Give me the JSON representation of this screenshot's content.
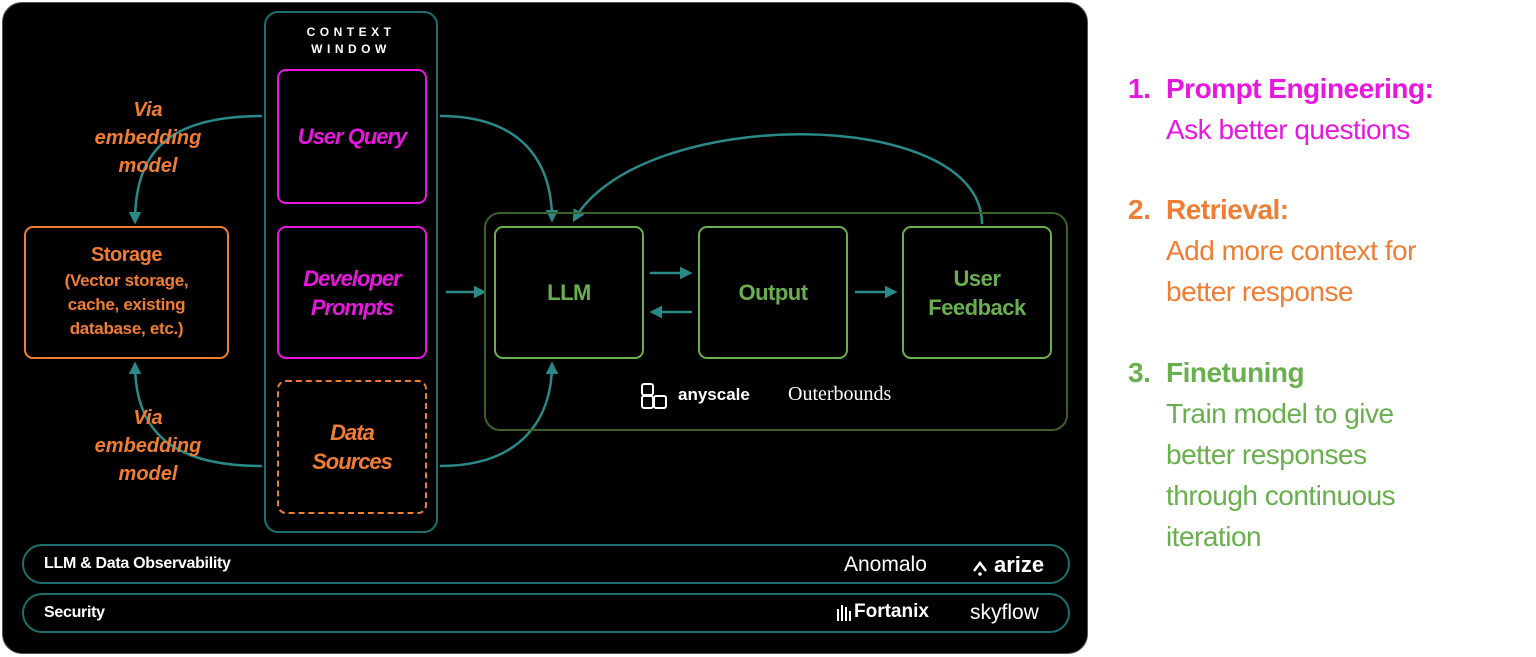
{
  "context_window": {
    "title_line1": "CONTEXT",
    "title_line2": "WINDOW"
  },
  "inputs": {
    "user_query": "User Query",
    "developer_prompts_line1": "Developer",
    "developer_prompts_line2": "Prompts",
    "data_sources_line1": "Data",
    "data_sources_line2": "Sources"
  },
  "via_labels": [
    {
      "line1": "Via",
      "line2": "embedding",
      "line3": "model"
    },
    {
      "line1": "Via",
      "line2": "embedding",
      "line3": "model"
    }
  ],
  "storage": {
    "title": "Storage",
    "line1": "(Vector storage,",
    "line2": "cache, existing",
    "line3": "database, etc.)"
  },
  "pipeline": {
    "llm": "LLM",
    "output": "Output",
    "feedback_line1": "User",
    "feedback_line2": "Feedback"
  },
  "vendors": {
    "anyscale": "anyscale",
    "outerbounds": "Outerbounds",
    "anomalo": "Anomalo",
    "arize": "arize",
    "fortanix": "Fortanix",
    "skyflow": "skyflow"
  },
  "bars": {
    "observability": "LLM & Data Observability",
    "security": "Security"
  },
  "legend": [
    {
      "number": "1.",
      "title": "Prompt Engineering:",
      "lines": [
        "Ask better questions"
      ],
      "color": "#e817e0"
    },
    {
      "number": "2.",
      "title": "Retrieval:",
      "lines": [
        "Add more context for",
        "better response"
      ],
      "color": "#ef7d33"
    },
    {
      "number": "3.",
      "title": "Finetuning",
      "lines": [
        "Train model to give",
        "better responses",
        "through continuous",
        "iteration"
      ],
      "color": "#6aaf4e"
    }
  ],
  "colors": {
    "pink": "#e817e0",
    "orange": "#ef7d33",
    "green": "#6aaf4e",
    "teal": "#1d6f6f",
    "arrow": "#2a8a87"
  }
}
